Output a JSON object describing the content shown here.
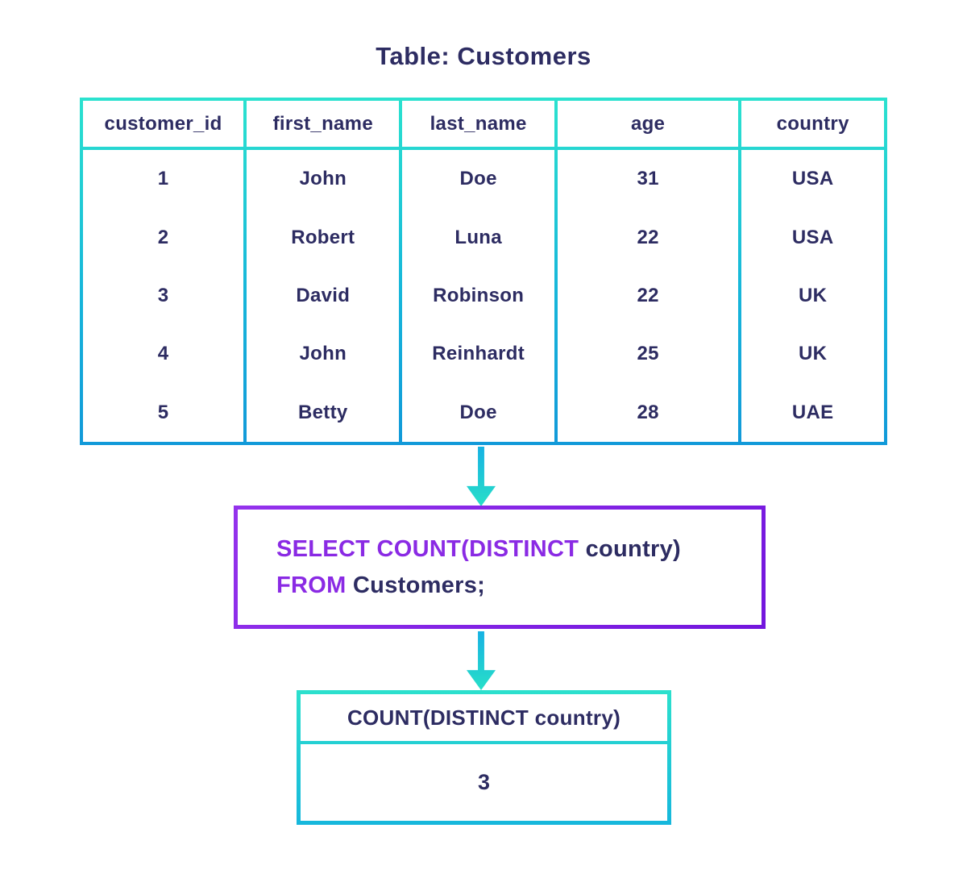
{
  "title": "Table: Customers",
  "customers_table": {
    "columns": [
      "customer_id",
      "first_name",
      "last_name",
      "age",
      "country"
    ],
    "rows": [
      [
        "1",
        "John",
        "Doe",
        "31",
        "USA"
      ],
      [
        "2",
        "Robert",
        "Luna",
        "22",
        "USA"
      ],
      [
        "3",
        "David",
        "Robinson",
        "22",
        "UK"
      ],
      [
        "4",
        "John",
        "Reinhardt",
        "25",
        "UK"
      ],
      [
        "5",
        "Betty",
        "Doe",
        "28",
        "UAE"
      ]
    ]
  },
  "sql_query": {
    "line1": {
      "keyword": "SELECT COUNT(DISTINCT",
      "rest": " country)"
    },
    "line2": {
      "keyword": "FROM",
      "rest": " Customers;"
    }
  },
  "result_table": {
    "header": "COUNT(DISTINCT country)",
    "value": "3"
  },
  "colors": {
    "text_navy": "#2d2c62",
    "keyword_purple": "#8a2ae4",
    "border_teal_top": "#2be2cf",
    "border_blue_bottom": "#1199d9",
    "query_border_purple": "#8326e6",
    "arrow_top": "#17b2e3",
    "arrow_bottom": "#27dfc8",
    "background": "#ffffff"
  }
}
